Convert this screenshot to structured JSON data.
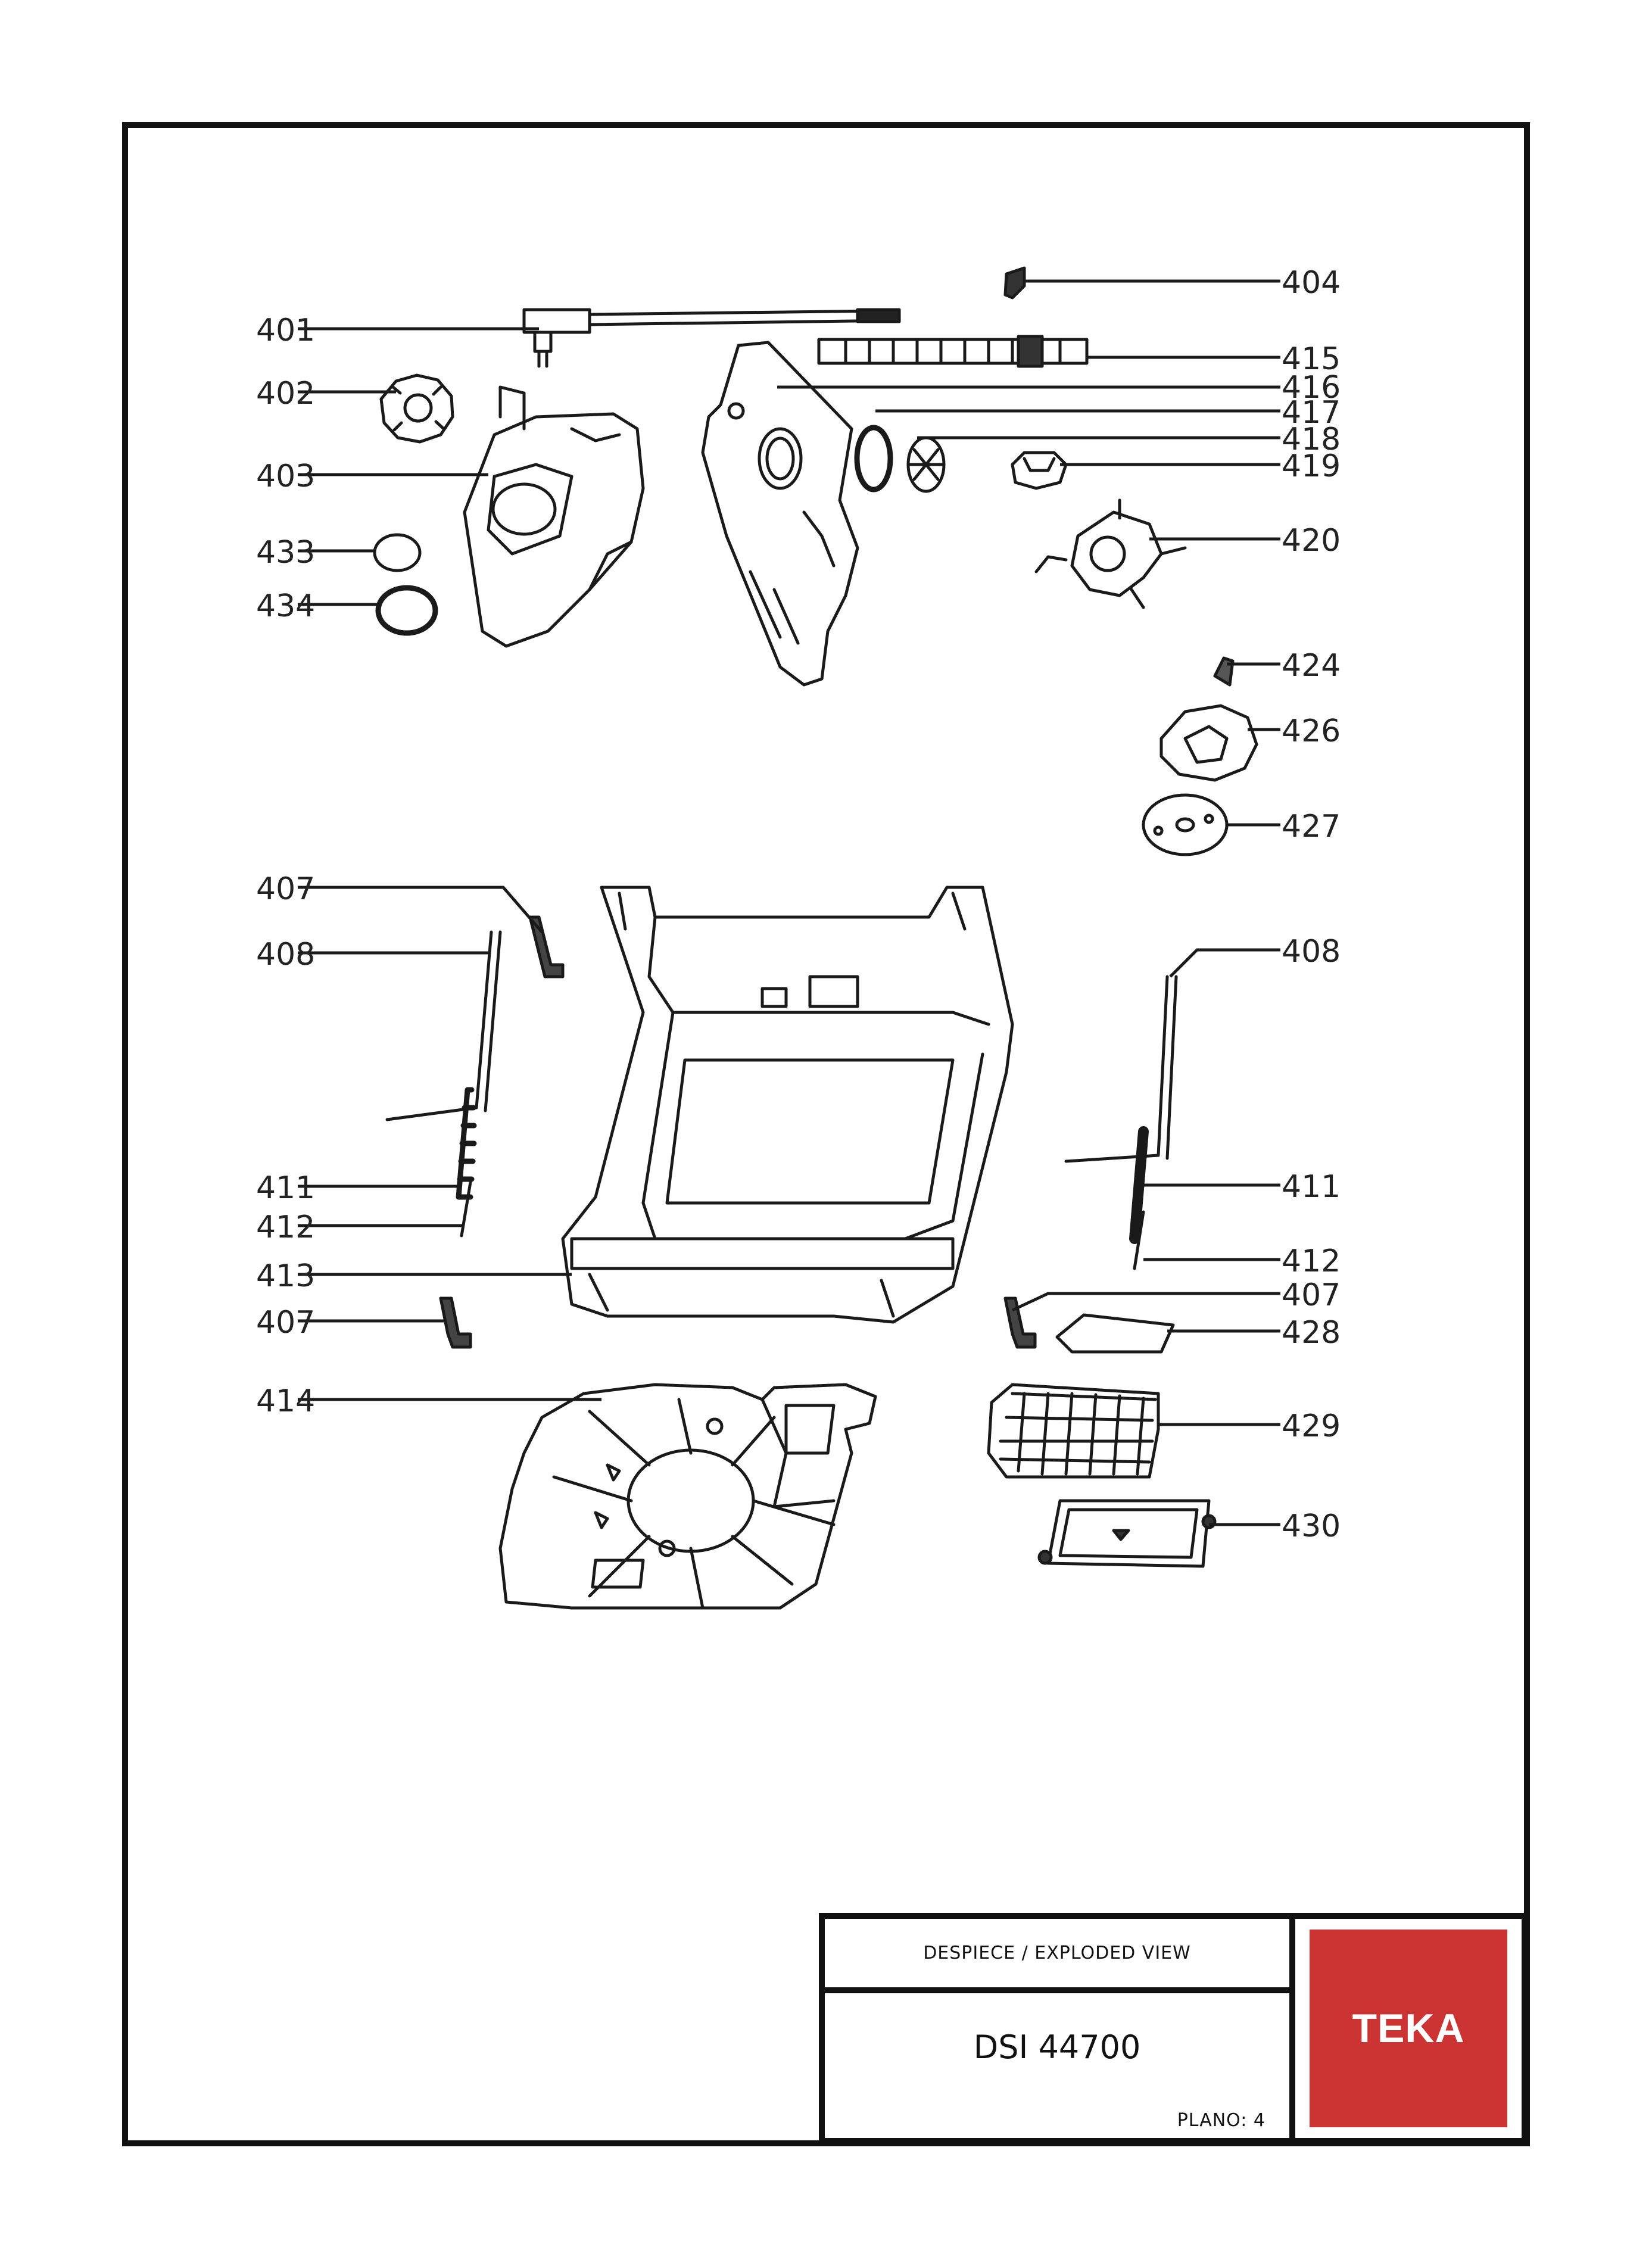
{
  "diagram": {
    "callouts": [
      "401",
      "402",
      "403",
      "433",
      "434",
      "404",
      "415",
      "416",
      "417",
      "418",
      "419",
      "420",
      "424",
      "426",
      "427",
      "407",
      "408",
      "411",
      "412",
      "413",
      "407",
      "414",
      "408",
      "411",
      "412",
      "407",
      "428",
      "429",
      "430"
    ]
  },
  "title_block": {
    "heading": "DESPIECE / EXPLODED VIEW",
    "model": "DSI 44700",
    "sheet": "PLANO: 4"
  },
  "brand": {
    "name": "TEKA",
    "color": "#cc3333"
  }
}
